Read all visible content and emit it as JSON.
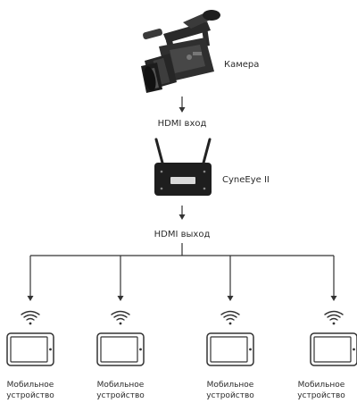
{
  "camera_label": "Камера",
  "hdmi_in_label": "HDMI вход",
  "device_label": "CyneEye II",
  "hdmi_out_label": "HDMI выход",
  "mobile_devices": [
    {
      "line1": "Мобильное",
      "line2": "устройство"
    },
    {
      "line1": "Мобильное",
      "line2": "устройство"
    },
    {
      "line1": "Мобильное",
      "line2": "устройство"
    },
    {
      "line1": "Мобильное",
      "line2": "устройство"
    }
  ],
  "colors": {
    "stroke": "#333333",
    "device_body": "#1e1e1e",
    "display": "#d9d9d9"
  },
  "icons": [
    "camcorder-icon",
    "transmitter-icon",
    "wifi-signal-icon",
    "tablet-icon"
  ]
}
